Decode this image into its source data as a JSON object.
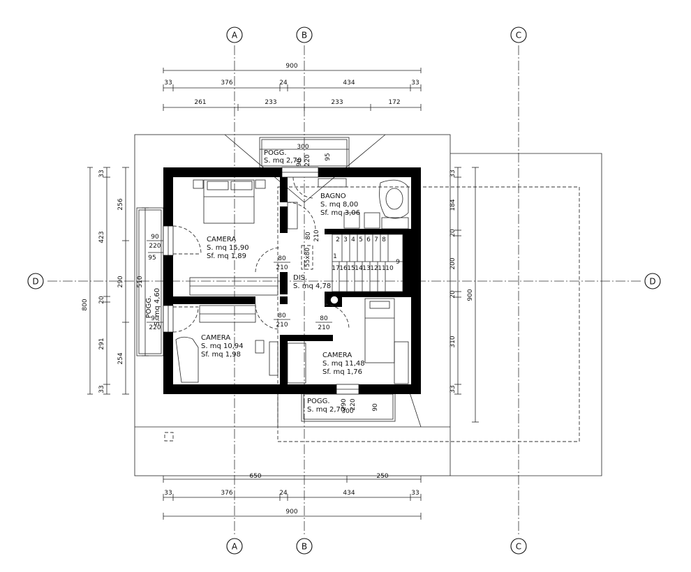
{
  "axes": {
    "A": "A",
    "B": "B",
    "C": "C",
    "D": "D"
  },
  "dims": {
    "top_total": "900",
    "top_row2": [
      "33",
      "376",
      "24",
      "434",
      "33"
    ],
    "top_row3": [
      "261",
      "233",
      "233",
      "172"
    ],
    "bottom_row1": [
      "650",
      "250"
    ],
    "bottom_row2": [
      "33",
      "376",
      "24",
      "434",
      "33"
    ],
    "bottom_total": "900",
    "left_total": "800",
    "left_row1": [
      "33",
      "423",
      "20",
      "291",
      "33"
    ],
    "left_row2": [
      "256",
      "290",
      "254"
    ],
    "left_510": "510",
    "right_total": "900",
    "right_row1": [
      "33",
      "184",
      "20",
      "200",
      "20",
      "310",
      "33"
    ]
  },
  "rooms": {
    "camera1": {
      "name": "CAMERA",
      "s": "S. mq 15,90",
      "sf": "Sf. mq 1,89"
    },
    "camera2": {
      "name": "CAMERA",
      "s": "S. mq 10,94",
      "sf": "Sf. mq 1,98"
    },
    "camera3": {
      "name": "CAMERA",
      "s": "S. mq 11,48",
      "sf": "Sf. mq 1,76"
    },
    "bagno": {
      "name": "BAGNO",
      "s": "S. mq 8,00",
      "sf": "Sf. mq 3,06"
    },
    "dis": {
      "name": "DIS.",
      "s": "S. mq 4,78"
    },
    "pogg_top": {
      "name": "POGG.",
      "s": "S. mq 2,70"
    },
    "pogg_bottom": {
      "name": "POGG.",
      "s": "S. mq 2,70"
    },
    "pogg_left": {
      "name": "POGG.",
      "s": "S. mq 4,60"
    }
  },
  "openings": {
    "w_left_top": [
      "90",
      "220"
    ],
    "w_left_bottom": [
      "90",
      "220"
    ],
    "d_dis_left": [
      "80",
      "210"
    ],
    "d_dis_left_bottom": [
      "80",
      "210"
    ],
    "d_dis_right": [
      "80",
      "210"
    ],
    "d_bagno": [
      "80",
      "210"
    ],
    "w_top_300": "300",
    "w_top_95": "95",
    "w_top_220": "220",
    "w_top_90": "90",
    "w_bottom_300": "300",
    "w_bottom_220": "220",
    "w_bottom_90": "90",
    "w_bottom_290": "290",
    "w_left_95": "95",
    "hatch": "55x80"
  },
  "stairs": {
    "top": [
      "2",
      "3",
      "4",
      "5",
      "6",
      "7",
      "8"
    ],
    "bottom": [
      "17",
      "16",
      "15",
      "14",
      "13",
      "12",
      "11",
      "10"
    ],
    "landing": "9",
    "first": "1"
  }
}
